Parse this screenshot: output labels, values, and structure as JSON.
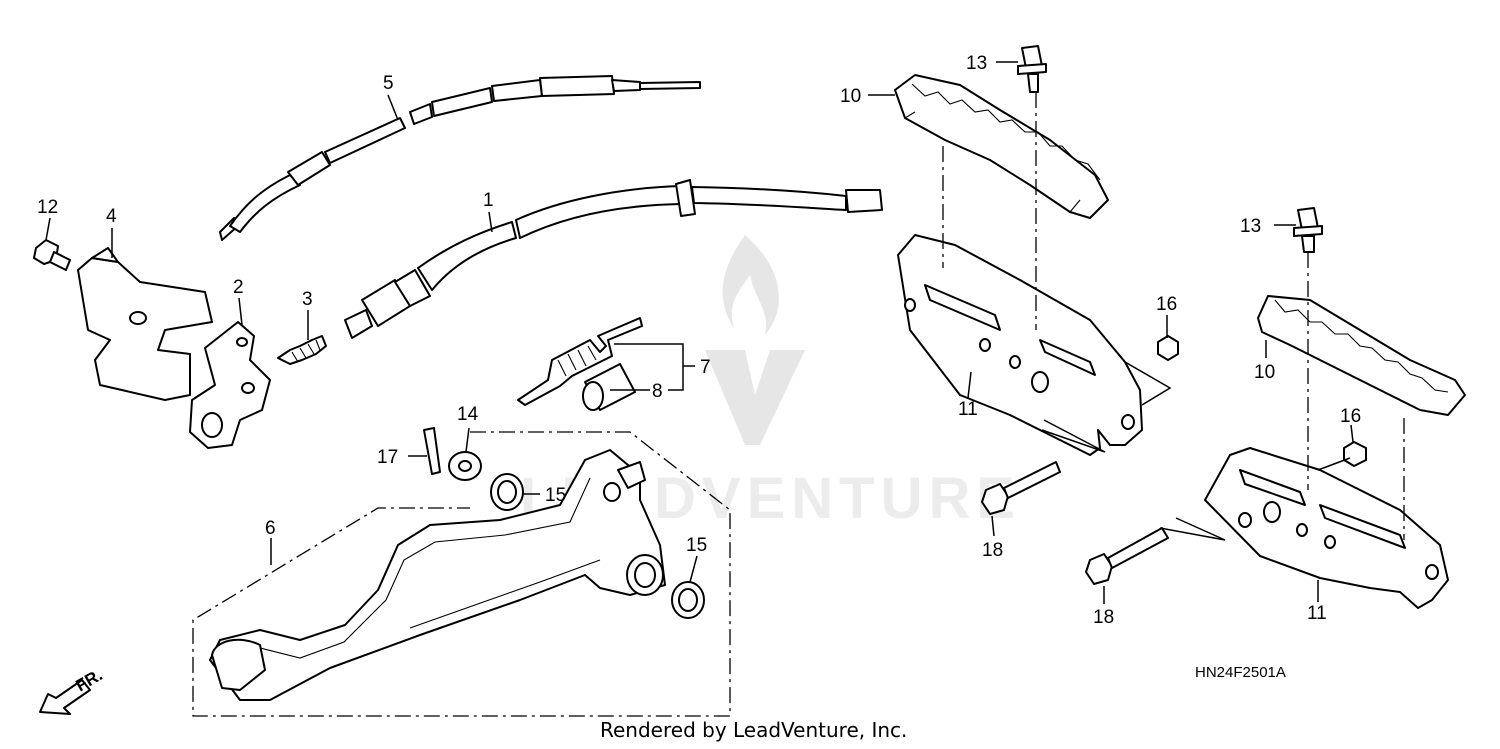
{
  "diagram_code": "HN24F2501A",
  "render_credit": "Rendered by LeadVenture, Inc.",
  "watermark_text": "LEADVENTURE",
  "direction_label": "FR.",
  "callouts": [
    {
      "id": "c1",
      "label": "1"
    },
    {
      "id": "c2",
      "label": "2"
    },
    {
      "id": "c3",
      "label": "3"
    },
    {
      "id": "c4",
      "label": "4"
    },
    {
      "id": "c5",
      "label": "5"
    },
    {
      "id": "c6",
      "label": "6"
    },
    {
      "id": "c7",
      "label": "7"
    },
    {
      "id": "c8",
      "label": "8"
    },
    {
      "id": "c10a",
      "label": "10"
    },
    {
      "id": "c10b",
      "label": "10"
    },
    {
      "id": "c11a",
      "label": "11"
    },
    {
      "id": "c11b",
      "label": "11"
    },
    {
      "id": "c12",
      "label": "12"
    },
    {
      "id": "c13a",
      "label": "13"
    },
    {
      "id": "c13b",
      "label": "13"
    },
    {
      "id": "c14",
      "label": "14"
    },
    {
      "id": "c15a",
      "label": "15"
    },
    {
      "id": "c15b",
      "label": "15"
    },
    {
      "id": "c16a",
      "label": "16"
    },
    {
      "id": "c16b",
      "label": "16"
    },
    {
      "id": "c17",
      "label": "17"
    },
    {
      "id": "c18a",
      "label": "18"
    },
    {
      "id": "c18b",
      "label": "18"
    }
  ]
}
